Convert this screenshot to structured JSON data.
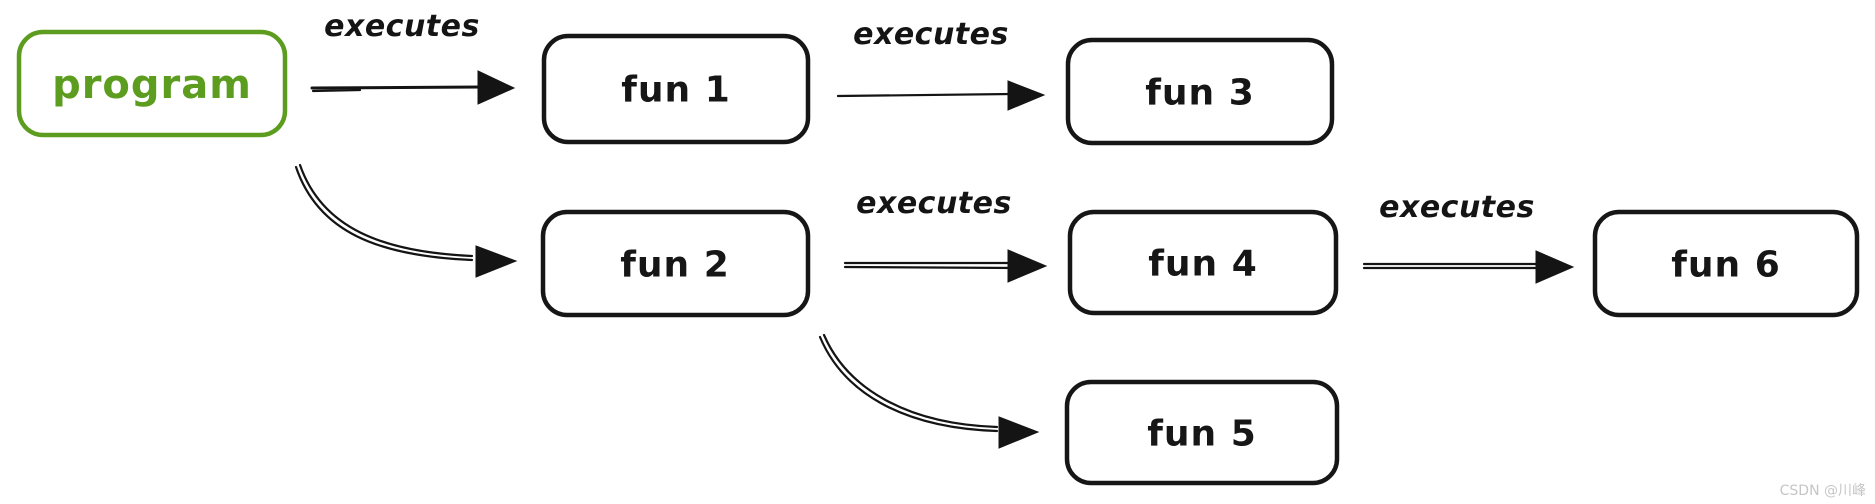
{
  "diagram": {
    "nodes": {
      "program": {
        "label": "program",
        "stroke_color": "#5c9c1e"
      },
      "fun1": {
        "label": "fun 1"
      },
      "fun2": {
        "label": "fun 2"
      },
      "fun3": {
        "label": "fun 3"
      },
      "fun4": {
        "label": "fun 4"
      },
      "fun5": {
        "label": "fun 5"
      },
      "fun6": {
        "label": "fun 6"
      }
    },
    "edges": {
      "program_fun1": {
        "label": "executes",
        "style": "straight-single"
      },
      "fun1_fun3": {
        "label": "executes",
        "style": "straight-single"
      },
      "program_fun2": {
        "style": "curved-double"
      },
      "fun2_fun4": {
        "label": "executes",
        "style": "straight-double"
      },
      "fun4_fun6": {
        "label": "executes",
        "style": "straight-double"
      },
      "fun2_fun5": {
        "style": "curved-double"
      }
    },
    "colors": {
      "node_stroke": "#161616",
      "program_stroke": "#5c9c1e",
      "edge_stroke": "#141414",
      "watermark": "#c6c6c6",
      "background": "#ffffff"
    }
  },
  "watermark": {
    "text": "CSDN @川峰"
  }
}
